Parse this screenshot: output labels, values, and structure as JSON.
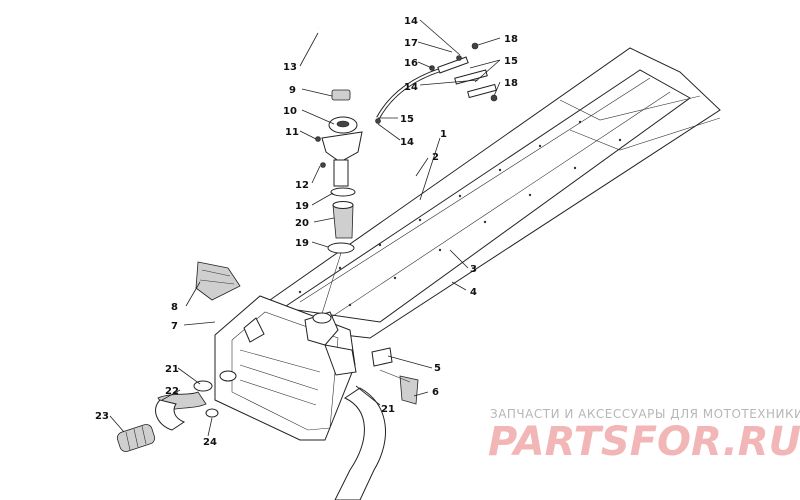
{
  "callouts": [
    {
      "label": "1"
    },
    {
      "label": "2"
    },
    {
      "label": "3"
    },
    {
      "label": "4"
    },
    {
      "label": "5"
    },
    {
      "label": "6"
    },
    {
      "label": "7"
    },
    {
      "label": "8"
    },
    {
      "label": "9"
    },
    {
      "label": "10"
    },
    {
      "label": "11"
    },
    {
      "label": "12"
    },
    {
      "label": "13"
    },
    {
      "label": "14"
    },
    {
      "label": "14"
    },
    {
      "label": "14"
    },
    {
      "label": "15"
    },
    {
      "label": "15"
    },
    {
      "label": "16"
    },
    {
      "label": "17"
    },
    {
      "label": "18"
    },
    {
      "label": "18"
    },
    {
      "label": "19"
    },
    {
      "label": "19"
    },
    {
      "label": "20"
    },
    {
      "label": "21"
    },
    {
      "label": "21"
    },
    {
      "label": "22"
    },
    {
      "label": "23"
    },
    {
      "label": "24"
    }
  ],
  "watermark": {
    "caption": "ЗАПЧАСТИ И АКСЕССУАРЫ ДЛЯ МОТОТЕХНИКИ",
    "logo": "PARTSFOR.RU"
  }
}
